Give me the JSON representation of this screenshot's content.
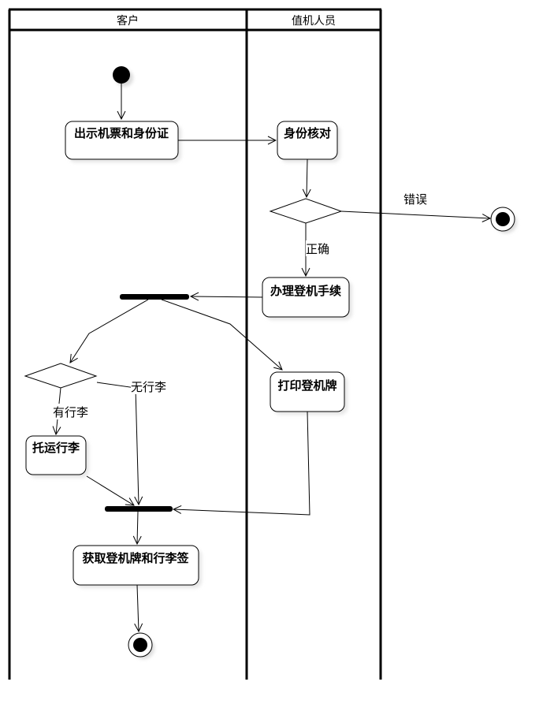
{
  "swimlanes": {
    "customer": "客户",
    "checkin_staff": "值机人员"
  },
  "actions": {
    "show_ticket_id": "出示机票和身份证",
    "verify_identity": "身份核对",
    "checkin_procedure": "办理登机手续",
    "print_boarding_pass": "打印登机牌",
    "check_luggage": "托运行李",
    "receive_pass_tag": "获取登机牌和行李签"
  },
  "guards": {
    "error": "错误",
    "correct": "正确",
    "has_luggage": "有行李",
    "no_luggage": "无行李"
  }
}
